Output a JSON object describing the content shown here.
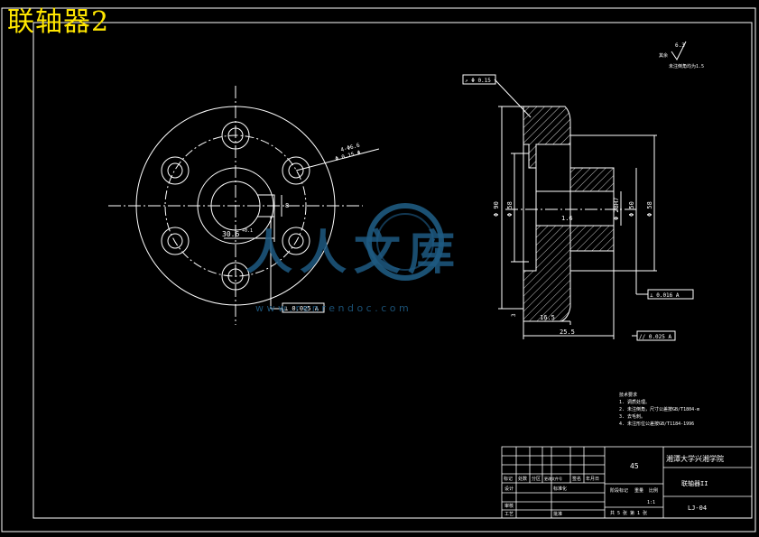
{
  "title": "联轴器2",
  "watermark": {
    "brand": "人人文库",
    "url": "w w w . r e n r e n d o c . c o m"
  },
  "front_view": {
    "dim_keyway": "30.6",
    "dim_keyway_sup": "+0.1",
    "dim_key_width": "8",
    "dim_bolt_hole": "4-Φ6.6",
    "dim_bolt_tol": "Φ 0.15 Φ",
    "tol_frame": "⊥ 0.025 A"
  },
  "side_view": {
    "runout_frame": "↗ Φ 0.15",
    "dia_outer": "Φ 90",
    "dia_hub": "Φ 58",
    "dia_bore": "Φ 28H7",
    "dia_hub_right": "Φ 50",
    "dia_flange_right": "Φ 58",
    "roughness_inner": "1.6",
    "dim_thickness": "16.5",
    "dim_length": "25.5",
    "tol_right": "⊥ 0.016 A",
    "tol_bottom": "// 0.025 A",
    "dim_small": "3"
  },
  "roughness_note": {
    "value": "6.3",
    "symbol_note": "其余",
    "text": "未注倒角均为1.5"
  },
  "tech_req": {
    "heading": "技术要求",
    "lines": [
      "1. 调质处理。",
      "2. 未注倒角，尺寸公差按GB/T1804-m",
      "3. 去毛刺。",
      "4. 未注形位公差按GB/T1184-1996"
    ]
  },
  "title_block": {
    "material": "45",
    "school": "湘潭大学兴湘学院",
    "part_name": "联轴器II",
    "drawing_no": "LJ-04",
    "scale": "1:1",
    "sheet": "共 5 张  第 1 张",
    "col_headers": [
      "标记",
      "处数",
      "分区",
      "更改文件号",
      "签名",
      "年月日"
    ],
    "row_labels": [
      "设计",
      "审核",
      "工艺"
    ],
    "extra_labels": [
      "标准化",
      "批准"
    ],
    "stage_labels": [
      "阶段标记",
      "重量",
      "比例"
    ]
  }
}
